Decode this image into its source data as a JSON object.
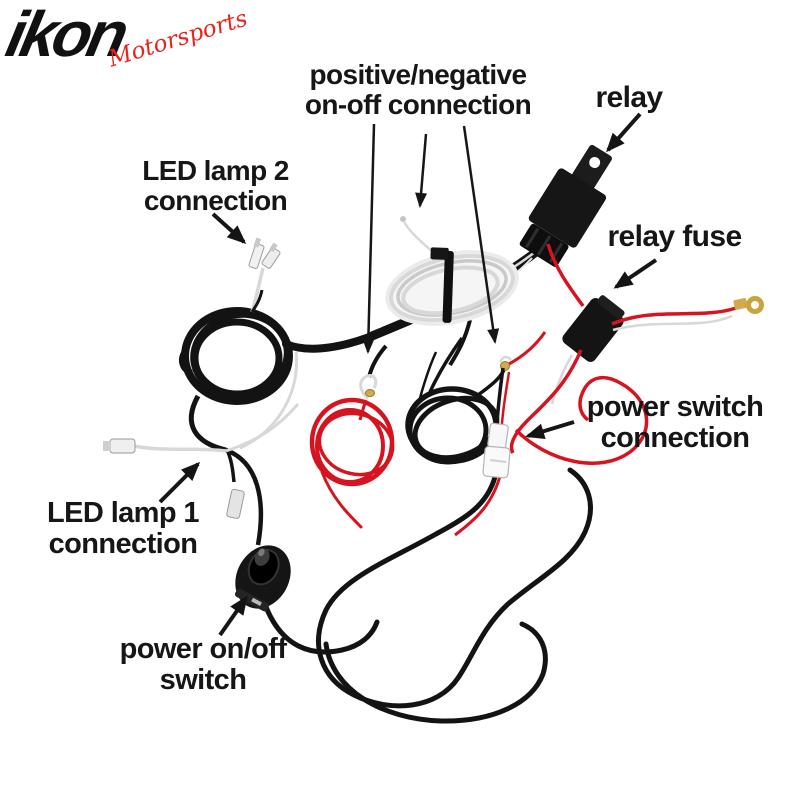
{
  "logo": {
    "brand": "ikon",
    "sub": "Motorsports"
  },
  "annotations": {
    "positive_negative": {
      "line1": "positive/negative",
      "line2": "on-off connection"
    },
    "relay": {
      "label": "relay"
    },
    "led_lamp_2": {
      "line1": "LED lamp 2",
      "line2": "connection"
    },
    "relay_fuse": {
      "label": "relay fuse"
    },
    "power_switch_connection": {
      "line1": "power switch",
      "line2": "connection"
    },
    "led_lamp_1": {
      "line1": "LED lamp 1",
      "line2": "connection"
    },
    "power_on_off_switch": {
      "line1": "power on/off",
      "line2": "switch"
    }
  },
  "figure": {
    "type": "product-photo",
    "parts": [
      "relay",
      "relay fuse",
      "gold ring terminal",
      "white wire coil with zip tie",
      "black wire coil for LED lamp 2",
      "black wire coil",
      "red wire coil",
      "LED lamp 2 spade connector",
      "LED lamp 1 spade connector",
      "power switch white connector",
      "power on/off switch",
      "large black wire loop"
    ]
  },
  "colors": {
    "wire-red": "#d6131e",
    "wire-black": "#131313",
    "wire-white": "#d8d8d8",
    "terminal-gold": "#d2a94c",
    "logo-red": "#e8231a",
    "logo-black": "#111111",
    "text": "#161616",
    "background": "#ffffff"
  }
}
